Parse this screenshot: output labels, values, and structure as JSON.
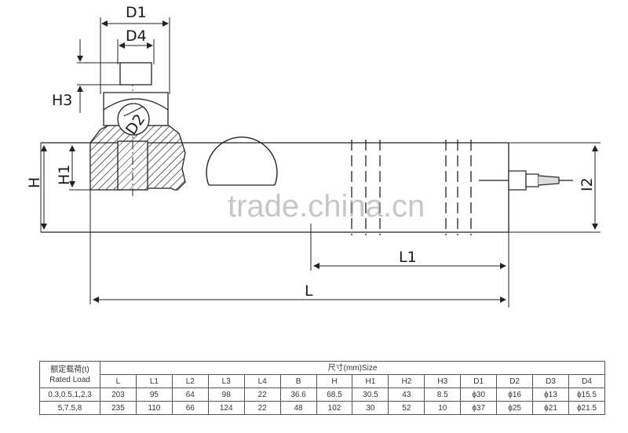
{
  "drawing": {
    "dimension_labels": {
      "D1": "D1",
      "D4": "D4",
      "H3": "H3",
      "D2": "D2",
      "H": "H",
      "H1": "H1",
      "I2": "I2",
      "L1": "L1",
      "L": "L"
    },
    "watermark": "trade.china.cn"
  },
  "table": {
    "header_cn": "额定载荷(t)",
    "header_en": "Rated Load",
    "size_header": "尺寸(mm)Size",
    "columns": [
      "L",
      "L1",
      "L2",
      "L3",
      "L4",
      "B",
      "H",
      "H1",
      "H2",
      "H3",
      "D1",
      "D2",
      "D3",
      "D4"
    ],
    "rows": [
      {
        "load": "0.3,0.5,1,2,3",
        "cells": [
          "203",
          "95",
          "64",
          "98",
          "22",
          "36.6",
          "68.5",
          "30.5",
          "43",
          "8.5",
          "ϕ30",
          "ϕ16",
          "ϕ13",
          "ϕ15.5"
        ]
      },
      {
        "load": "5,7.5,8",
        "cells": [
          "235",
          "110",
          "66",
          "124",
          "22",
          "48",
          "102",
          "30",
          "52",
          "10",
          "ϕ37",
          "ϕ25",
          "ϕ21",
          "ϕ21.5"
        ]
      }
    ]
  }
}
